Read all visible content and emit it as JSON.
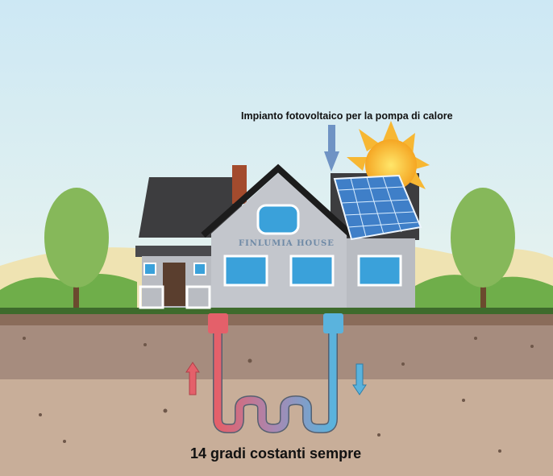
{
  "labels": {
    "solar_caption": "Impianto fotovoltaico per la pompa di calore",
    "house_name": "FINLUMIA HOUSE",
    "ground_caption": "14 gradi costanti sempre"
  },
  "colors": {
    "sky": "#d3ecf5",
    "hot_pipe": "#e4606a",
    "cold_pipe": "#5ab3dd",
    "roof": "#3d3d3f",
    "wall": "#b9bcc2",
    "soil_upper": "#a68c7e",
    "soil_lower": "#c8ae99"
  }
}
